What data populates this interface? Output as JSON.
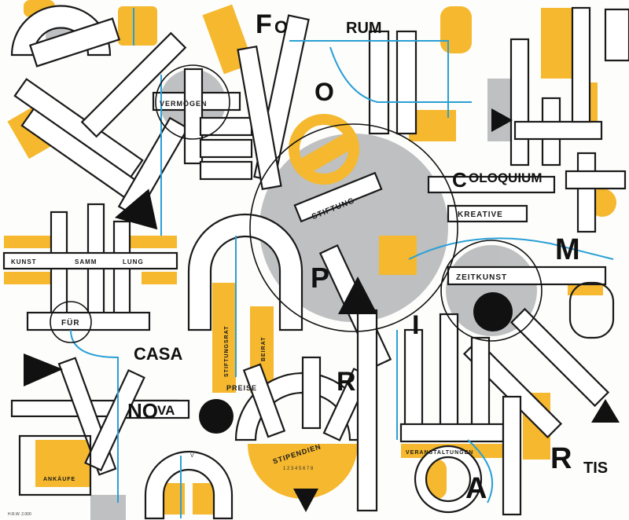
{
  "colors": {
    "yellow": "#f5b82e",
    "grey": "#b3b5b7",
    "blue": "#2a9fd6",
    "black": "#111111",
    "paper": "#fdfdfb"
  },
  "title_letters": {
    "f": "F",
    "o1": "O",
    "rum": "RUM",
    "o2": "O",
    "c": "C",
    "oloquium": "OLOQUIUM",
    "m": "M",
    "p": "P",
    "i": "I",
    "r": "R",
    "a": "A",
    "r2": "R",
    "tis": "TIS",
    "casa": "CASA",
    "no": "NO",
    "va": "VA"
  },
  "labels": {
    "vermoegen": "VERMÖGEN",
    "stiftung": "STIFTUNG",
    "kreative": "KREATIVE",
    "zeitkunst": "ZEITKUNST",
    "kunst": "KUNST",
    "samm": "SAMM",
    "lung": "LUNG",
    "fuer": "FÜR",
    "stiftungsrat": "STIFTUNGSRAT",
    "beirat": "BEIRAT",
    "preise": "PREISE",
    "stipendien": "STIPENDIEN",
    "veranstaltungen": "VERANSTALTUNGEN",
    "ankaeufe": "ANKÄUFE"
  },
  "marks": {
    "signature": "H.R.W. 2.000",
    "stip_digits": "1 2 3 4 5 6 7 8",
    "v_mark": "V"
  }
}
